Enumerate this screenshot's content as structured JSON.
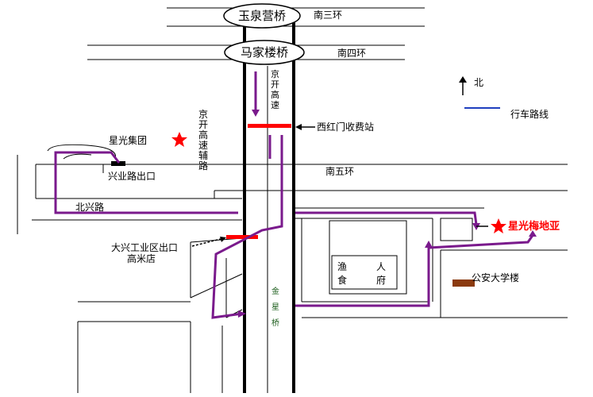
{
  "bridges": {
    "yuquanying": "玉泉营桥",
    "majialou": "马家楼桥",
    "jinxing": [
      "金",
      "星",
      "桥"
    ]
  },
  "roads": {
    "south_3rd_ring": "南三环",
    "south_4th_ring": "南四环",
    "south_5th_ring": "南五环",
    "jingkai_expressway": [
      "京",
      "开",
      "高",
      "速"
    ],
    "jingkai_side_road": [
      "京",
      "开",
      "高",
      "速",
      "辅",
      "路"
    ],
    "beixing_road": "北兴路",
    "xingye_road_exit": "兴业路出口"
  },
  "places": {
    "xihongmen_toll": "西红门收费站",
    "xingguang_group": "星光集团",
    "xingguang_meidiya": "星光梅地亚",
    "daxing_exit": "大兴工业区出口",
    "gaomi_store": "高米店",
    "yuren_canteen": [
      "渔",
      "人",
      "食",
      "府"
    ],
    "police_university": "公安大学楼"
  },
  "legend": {
    "north_label": "北",
    "route_label": "行车路线"
  },
  "colors": {
    "route": "#7a1a8c",
    "toll_bar": "#ff0000",
    "star": "#ff0000",
    "legend_line": "#1f3fbf",
    "building": "#8b3a0f"
  }
}
